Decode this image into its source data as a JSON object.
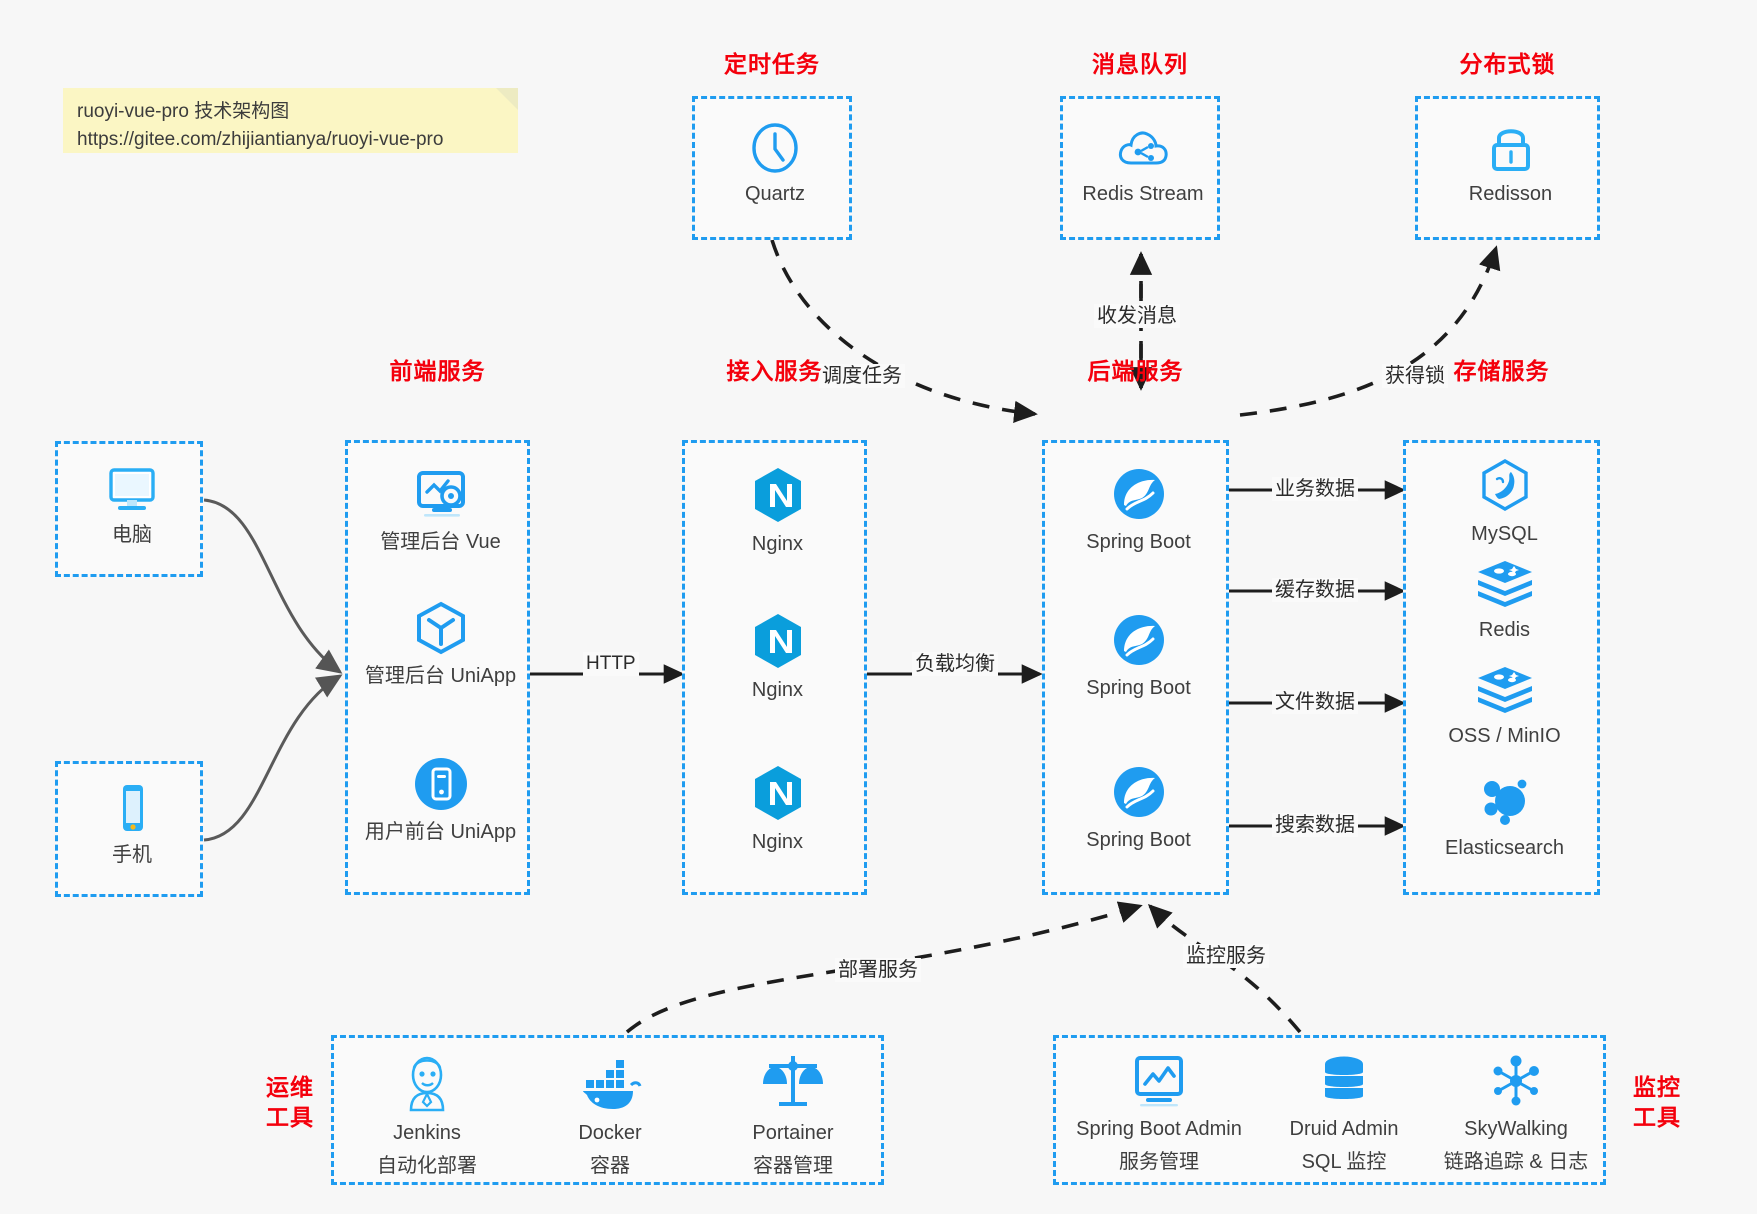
{
  "note": {
    "line1": "ruoyi-vue-pro 技术架构图",
    "line2": "https://gitee.com/zhijiantianya/ruoyi-vue-pro"
  },
  "colors": {
    "accent_blue": "#1f9cf0",
    "label_red": "#f4000c",
    "text_gray": "#3f3f3f",
    "arrow_dark": "#222222",
    "background": "#f7f7f7",
    "note_yellow": "#fbf6c4"
  },
  "groups": {
    "scheduled_task": {
      "label": "定时任务"
    },
    "message_queue": {
      "label": "消息队列"
    },
    "distributed_lock": {
      "label": "分布式锁"
    },
    "frontend": {
      "label": "前端服务"
    },
    "gateway": {
      "label": "接入服务"
    },
    "backend": {
      "label": "后端服务"
    },
    "storage": {
      "label": "存储服务"
    },
    "devops": {
      "label": "运维\n工具",
      "line1": "运维",
      "line2": "工具"
    },
    "monitor": {
      "label": "监控\n工具",
      "line1": "监控",
      "line2": "工具"
    }
  },
  "nodes": {
    "quartz": {
      "label": "Quartz",
      "icon": "clock-icon"
    },
    "redis_stream": {
      "label": "Redis Stream",
      "icon": "cloud-queue-icon"
    },
    "redisson": {
      "label": "Redisson",
      "icon": "lock-icon"
    },
    "pc": {
      "label": "电脑",
      "icon": "monitor-icon"
    },
    "phone": {
      "label": "手机",
      "icon": "smartphone-icon"
    },
    "admin_vue": {
      "label": "管理后台 Vue",
      "icon": "dashboard-gear-icon"
    },
    "admin_uniapp": {
      "label": "管理后台 UniApp",
      "icon": "cube-icon"
    },
    "user_uniapp": {
      "label": "用户前台 UniApp",
      "icon": "mobile-circle-icon"
    },
    "nginx1": {
      "label": "Nginx",
      "icon": "nginx-icon"
    },
    "nginx2": {
      "label": "Nginx",
      "icon": "nginx-icon"
    },
    "nginx3": {
      "label": "Nginx",
      "icon": "nginx-icon"
    },
    "springboot1": {
      "label": "Spring Boot",
      "icon": "spring-leaf-icon"
    },
    "springboot2": {
      "label": "Spring Boot",
      "icon": "spring-leaf-icon"
    },
    "springboot3": {
      "label": "Spring Boot",
      "icon": "spring-leaf-icon"
    },
    "mysql": {
      "label": "MySQL",
      "icon": "mysql-dolphin-icon"
    },
    "redis": {
      "label": "Redis",
      "icon": "redis-stack-icon"
    },
    "oss": {
      "label": "OSS / MinIO",
      "icon": "redis-stack-icon"
    },
    "elasticsearch": {
      "label": "Elasticsearch",
      "icon": "elasticsearch-icon"
    },
    "jenkins": {
      "label": "Jenkins",
      "sub": "自动化部署",
      "icon": "jenkins-butler-icon"
    },
    "docker": {
      "label": "Docker",
      "sub": "容器",
      "icon": "docker-whale-icon"
    },
    "portainer": {
      "label": "Portainer",
      "sub": "容器管理",
      "icon": "scales-icon"
    },
    "sba": {
      "label": "Spring Boot Admin",
      "sub": "服务管理",
      "icon": "monitor-chart-icon"
    },
    "druid": {
      "label": "Druid Admin",
      "sub": "SQL 监控",
      "icon": "database-icon"
    },
    "skywalking": {
      "label": "SkyWalking",
      "sub": "链路追踪 & 日志",
      "icon": "skywalking-node-icon"
    }
  },
  "edges": {
    "schedule_task": "调度任务",
    "send_receive_message": "收发消息",
    "acquire_lock": "获得锁",
    "http": "HTTP",
    "load_balance": "负载均衡",
    "business_data": "业务数据",
    "cache_data": "缓存数据",
    "file_data": "文件数据",
    "search_data": "搜索数据",
    "deploy_service": "部署服务",
    "monitor_service": "监控服务"
  }
}
